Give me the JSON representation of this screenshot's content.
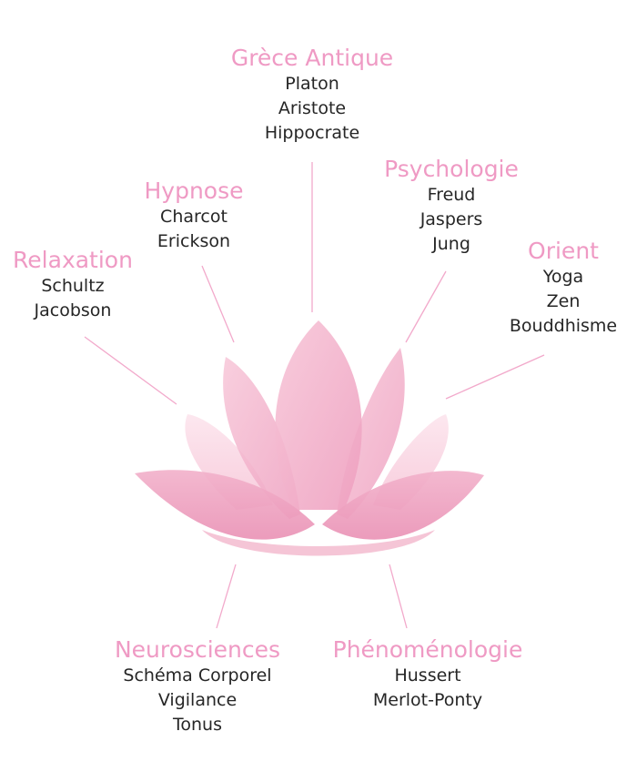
{
  "colors": {
    "title": "#ef9ac4",
    "text": "#262626",
    "connector": "#f2a9cb",
    "petal_light": "#fbdbe7",
    "petal_mid": "#f4b7cd",
    "petal_dark": "#ec9bbb"
  },
  "nodes": [
    {
      "id": "grece",
      "title": "Grèce Antique",
      "items": [
        "Platon",
        "Aristote",
        "Hippocrate"
      ]
    },
    {
      "id": "psychologie",
      "title": "Psychologie",
      "items": [
        "Freud",
        "Jaspers",
        "Jung"
      ]
    },
    {
      "id": "hypnose",
      "title": "Hypnose",
      "items": [
        "Charcot",
        "Erickson"
      ]
    },
    {
      "id": "relaxation",
      "title": "Relaxation",
      "items": [
        "Schultz",
        "Jacobson"
      ]
    },
    {
      "id": "orient",
      "title": "Orient",
      "items": [
        "Yoga",
        "Zen",
        "Bouddhisme"
      ]
    },
    {
      "id": "neurosciences",
      "title": "Neurosciences",
      "items": [
        "Schéma Corporel",
        "Vigilance",
        "Tonus"
      ]
    },
    {
      "id": "phenomenologie",
      "title": "Phénoménologie",
      "items": [
        "Hussert",
        "Merlot-Ponty"
      ]
    }
  ]
}
